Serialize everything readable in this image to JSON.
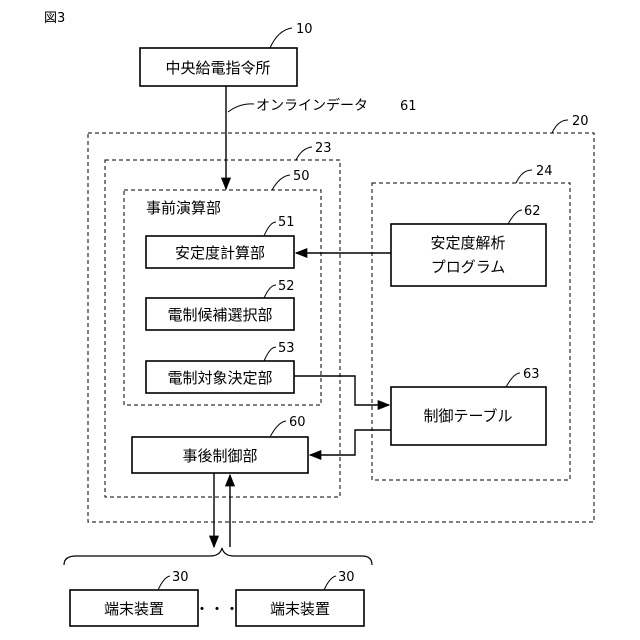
{
  "figure_label": "図3",
  "nodes": {
    "central_dispatch": {
      "label": "中央給電指令所",
      "ref": "10"
    },
    "system_20": {
      "ref": "20"
    },
    "unit_23": {
      "ref": "23"
    },
    "unit_24": {
      "ref": "24"
    },
    "pre_calc": {
      "label": "事前演算部",
      "ref": "50"
    },
    "stability_calc": {
      "label": "安定度計算部",
      "ref": "51"
    },
    "candidate_select": {
      "label": "電制候補選択部",
      "ref": "52"
    },
    "target_decide": {
      "label": "電制対象決定部",
      "ref": "53"
    },
    "post_control": {
      "label": "事後制御部",
      "ref": "60"
    },
    "analysis_program": {
      "label_line1": "安定度解析",
      "label_line2": "プログラム",
      "ref": "62"
    },
    "control_table": {
      "label": "制御テーブル",
      "ref": "63"
    },
    "terminal_1": {
      "label": "端末装置",
      "ref": "30"
    },
    "terminal_2": {
      "label": "端末装置",
      "ref": "30"
    }
  },
  "edges": {
    "online_data": {
      "label": "オンラインデータ",
      "ref": "61"
    }
  },
  "ellipsis": "・・・"
}
